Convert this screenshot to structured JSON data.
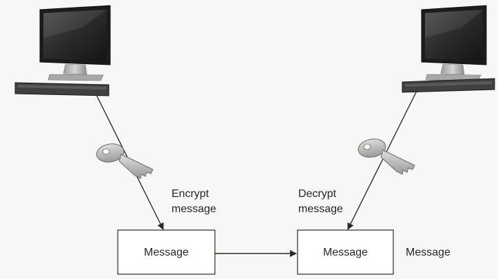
{
  "left_computer": {
    "icon": "computer-monitor-keyboard-icon",
    "key_icon": "key-icon",
    "action_line1": "Encrypt",
    "action_line2": "message"
  },
  "right_computer": {
    "icon": "computer-monitor-keyboard-icon",
    "key_icon": "key-icon",
    "action_line1": "Decrypt",
    "action_line2": "message"
  },
  "boxes": {
    "encrypted_message": "Message",
    "decrypted_message": "Message"
  },
  "output_label": "Message",
  "colors": {
    "background": "#f7f7f5",
    "line": "#2a2a2a",
    "screen": "#2b2b2b",
    "stand": "#b8b8b8",
    "key": "#c4c4c4"
  }
}
